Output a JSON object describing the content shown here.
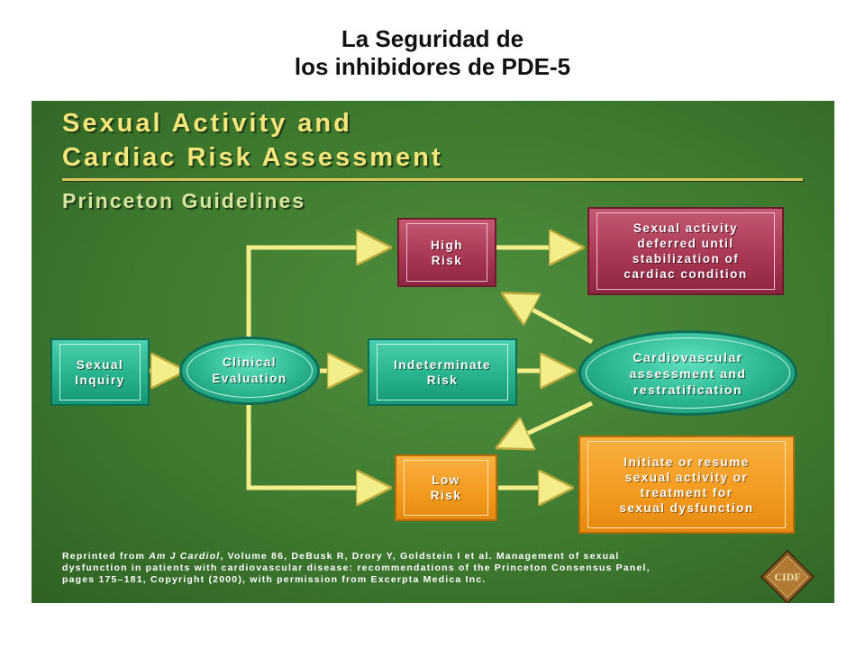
{
  "page_title": {
    "line1": "La Seguridad de",
    "line2": "los inhibidores de PDE-5"
  },
  "slide": {
    "title_line1": "Sexual Activity and",
    "title_line2": "Cardiac Risk Assessment",
    "subtitle": "Princeton Guidelines"
  },
  "nodes": {
    "sexual_inquiry": [
      "Sexual",
      "Inquiry"
    ],
    "clinical_evaluation": [
      "Clinical",
      "Evaluation"
    ],
    "high_risk": [
      "High",
      "Risk"
    ],
    "indeterminate_risk": [
      "Indeterminate",
      "Risk"
    ],
    "low_risk": [
      "Low",
      "Risk"
    ],
    "deferred": [
      "Sexual activity",
      "deferred until",
      "stabilization of",
      "cardiac condition"
    ],
    "cardiovascular": [
      "Cardiovascular",
      "assessment and",
      "restratification"
    ],
    "initiate": [
      "Initiate or resume",
      "sexual activity or",
      "treatment for",
      "sexual dysfunction"
    ]
  },
  "reference": {
    "prefix": "Reprinted from",
    "journal": "Am J Cardiol",
    "rest_line1": ", Volume 86, DeBusk R, Drory Y, Goldstein I et al. Management of sexual",
    "line2": "dysfunction in patients with cardiovascular disease: recommendations of the Princeton Consensus Panel,",
    "line3": "pages 175–181, Copyright (2000), with permission from Excerpta Medica Inc."
  },
  "logo_text": "CIDF",
  "colors": {
    "background_green": "#3e7a2f",
    "title_yellow": "#f2e57a",
    "teal": "#2ab58f",
    "high_risk_red": "#a73551",
    "low_risk_orange": "#f29a1e",
    "arrow_yellow": "#f3ee8a"
  }
}
